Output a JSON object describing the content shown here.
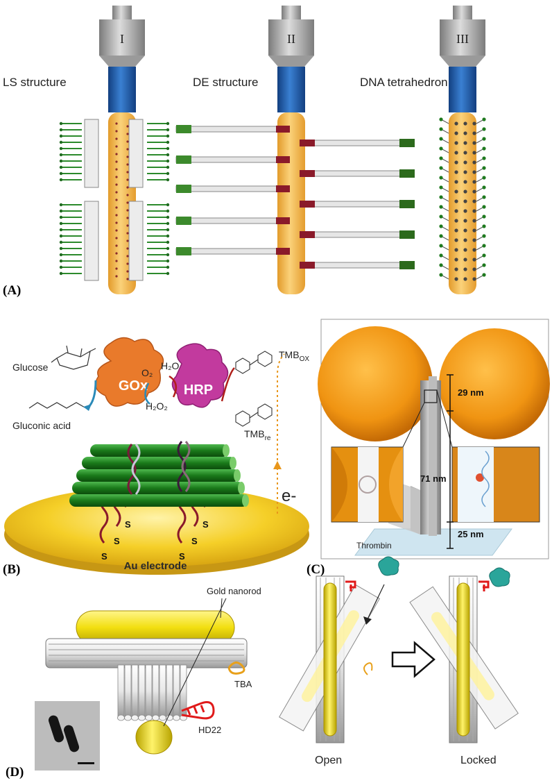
{
  "panel_a": {
    "label": "(A)",
    "tube_labels": [
      "I",
      "II",
      "III"
    ],
    "structure_labels": [
      "LS structure",
      "DE structure",
      "DNA tetrahedron"
    ]
  },
  "panel_b": {
    "label": "(B)",
    "glucose": "Glucose",
    "gluconic_acid": "Gluconic acid",
    "gox": "GOx",
    "hrp": "HRP",
    "o2": "O₂",
    "h2o": "H₂O",
    "h2o2": "H₂O₂",
    "tmb_ox": "TMB",
    "tmb_ox_sub": "OX",
    "tmb_re": "TMB",
    "tmb_re_sub": "re",
    "electron": "e-",
    "electrode": "Au electrode",
    "thiol": "S"
  },
  "panel_c": {
    "label": "(C)",
    "dim_top": "29 nm",
    "dim_mid": "71 nm",
    "dim_bottom": "25 nm"
  },
  "panel_d": {
    "label": "(D)",
    "gold_nanorod": "Gold nanorod",
    "tba": "TBA",
    "hd22": "HD22",
    "thrombin": "Thrombin",
    "open": "Open",
    "locked": "Locked"
  },
  "colors": {
    "tube_blue": "#1f5fae",
    "cylinder_orange": "#f2b84b",
    "dna_green": "#1f7a1f",
    "au_yellow": "#f3c320",
    "sphere_orange": "#e58a0b",
    "gox_orange": "#e97a2b",
    "hrp_magenta": "#c23a9e",
    "thrombin_teal": "#2aa59a",
    "aptamer_red": "#d22a1f"
  }
}
